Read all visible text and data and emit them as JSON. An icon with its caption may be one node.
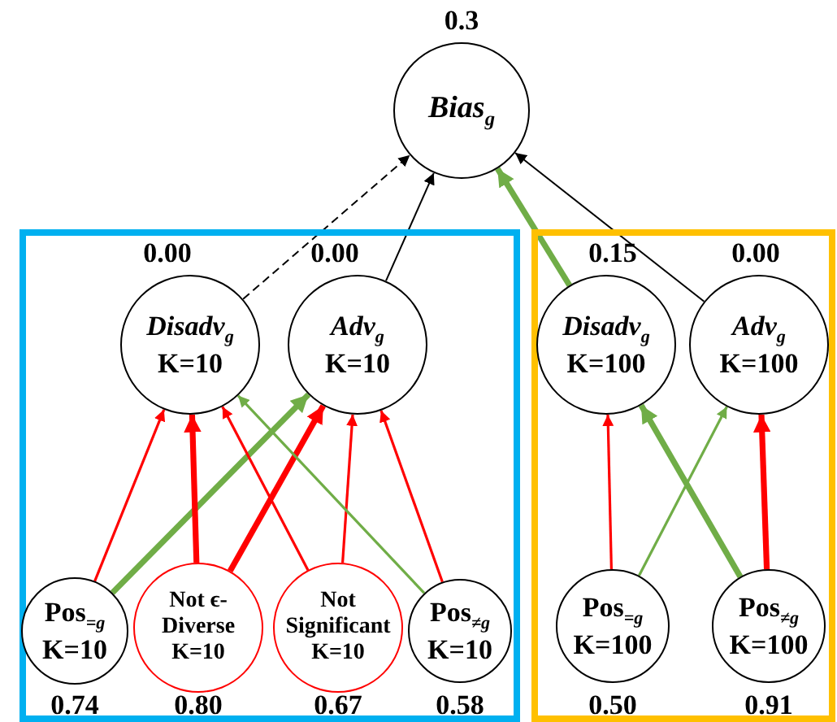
{
  "diagram": {
    "nodes": [
      {
        "text": [
          "*Bias*$_{g}$"
        ],
        "beside": [
          "0.3"
        ]
      },
      {
        "text": [],
        "shape": "box"
      },
      {
        "text": [
          "*Disadv*$_{g}$",
          "K=10"
        ],
        "in": 1,
        "beside": [
          "0.00"
        ]
      },
      {
        "text": [
          "*Adv*$_{g}$",
          "K=10"
        ],
        "in": 1,
        "beside": [
          "0.00"
        ]
      },
      {
        "text": [
          "Pos$_{=g}$",
          "K=10"
        ],
        "in": 1,
        "beside": [
          "0.74"
        ]
      },
      {
        "text": [
          "Not ϵ-Diverse",
          "K=10"
        ],
        "in": 1,
        "beside": [
          "0.80"
        ]
      },
      {
        "text": [
          "Not Significant",
          "K=10"
        ],
        "in": 1,
        "beside": [
          "0.67"
        ]
      },
      {
        "text": [
          "Pos$_{≠g}$",
          "K=10"
        ],
        "in": 1,
        "beside": [
          "0.58"
        ]
      },
      {
        "text": [],
        "shape": "box"
      },
      {
        "text": [
          "*Disadv*$_{g}$",
          "K=100"
        ],
        "in": 8,
        "beside": [
          "0.15"
        ]
      },
      {
        "text": [
          "*Adv*$_{g}$",
          "K=100"
        ],
        "in": 8,
        "beside": [
          "0.00"
        ]
      },
      {
        "text": [
          "Pos$_{=g}$",
          "K=100"
        ],
        "in": 8,
        "beside": [
          "0.50"
        ]
      },
      {
        "text": [
          "Pos$_{≠g}$",
          "K=100"
        ],
        "in": 8,
        "beside": [
          "0.91"
        ]
      }
    ],
    "edges": [
      {
        "from": 2,
        "to": 0,
        "arrow": "to",
        "style": "dashed",
        "color": "#000000"
      },
      {
        "from": 3,
        "to": 0,
        "arrow": "to",
        "color": "#000000"
      },
      {
        "from": 9,
        "to": 0,
        "arrow": "to",
        "style": "thick",
        "color": "#70ad47"
      },
      {
        "from": 10,
        "to": 0,
        "arrow": "to",
        "color": "#000000"
      },
      {
        "from": 4,
        "to": 2,
        "arrow": "to"
      },
      {
        "from": 4,
        "to": 3,
        "arrow": "to",
        "style": "thick",
        "color": "#70ad47"
      },
      {
        "from": 5,
        "to": 2,
        "arrow": "to",
        "style": "thick"
      },
      {
        "from": 5,
        "to": 3,
        "arrow": "to",
        "style": "thick"
      },
      {
        "from": 6,
        "to": 2,
        "arrow": "to"
      },
      {
        "from": 6,
        "to": 3,
        "arrow": "to"
      },
      {
        "from": 7,
        "to": 2,
        "arrow": "to",
        "color": "#70ad47"
      },
      {
        "from": 7,
        "to": 3,
        "arrow": "to"
      },
      {
        "from": 11,
        "to": 9,
        "arrow": "to"
      },
      {
        "from": 11,
        "to": 10,
        "arrow": "to",
        "color": "#70ad47"
      },
      {
        "from": 12,
        "to": 9,
        "arrow": "to",
        "style": "thick",
        "color": "#70ad47"
      },
      {
        "from": 12,
        "to": 10,
        "arrow": "to",
        "style": "thick"
      }
    ]
  }
}
